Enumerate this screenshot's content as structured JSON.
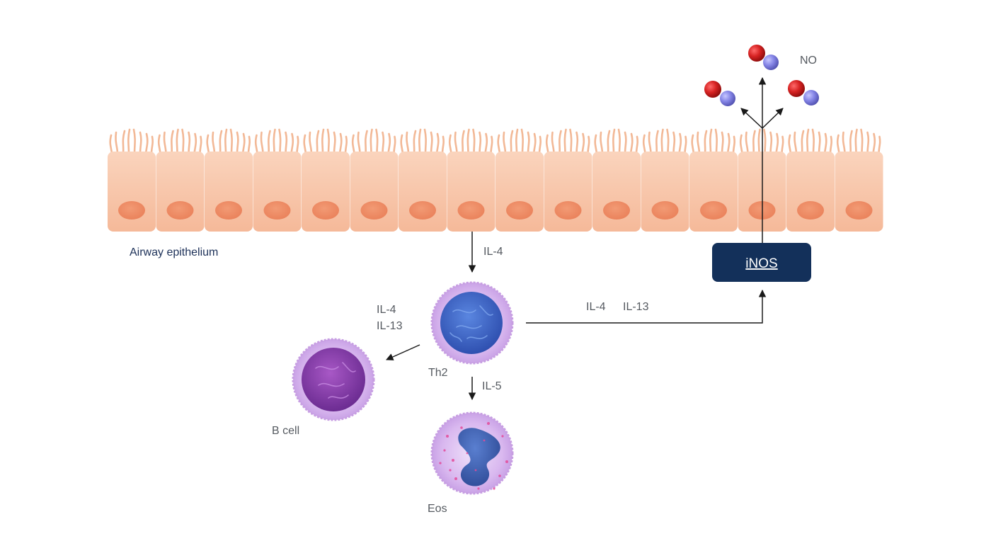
{
  "labels": {
    "epithelium": "Airway epithelium",
    "no": "NO",
    "inos": "iNOS",
    "il4_down": "IL-4",
    "il4_left": "IL-4",
    "il13_left": "IL-13",
    "il4_right": "IL-4",
    "il13_right": "IL-13",
    "il5": "IL-5",
    "th2": "Th2",
    "bcell": "B cell",
    "eos": "Eos"
  },
  "colors": {
    "epithelial_cell": "#f7c2a4",
    "nucleus": "#ee8c66",
    "inos_box": "#13305a",
    "oxygen_atom": "#cc1f1f",
    "nitrogen_atom": "#8585e0",
    "cell_membrane": "#d8b4ec",
    "th2_nucleus": "#3b63c8",
    "bcell_nucleus": "#8a3aa8",
    "eos_nucleus": "#3a5ba8"
  },
  "epithelium": {
    "cell_count": 16
  }
}
